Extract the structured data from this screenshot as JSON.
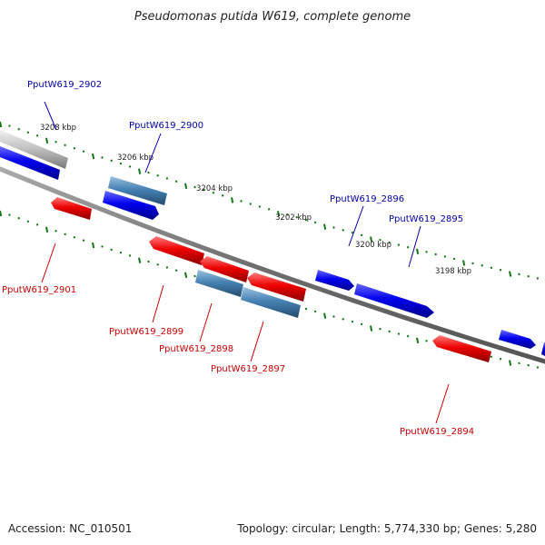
{
  "title": "Pseudomonas putida W619, complete genome",
  "footer": {
    "accession": "Accession: NC_010501",
    "summary": "Topology: circular; Length: 5,774,330 bp; Genes: 5,280"
  },
  "colors": {
    "forward_gene": "#0000ee",
    "reverse_gene": "#ee0000",
    "forward_highlight": "#4682b4",
    "gray_gene": "#b4b4b4",
    "tick": "#117711",
    "backbone": "#777777",
    "label_forward": "#0000aa",
    "label_reverse": "#cc0000"
  },
  "kbp_labels": [
    "3208 kbp",
    "3206 kbp",
    "3204 kbp",
    "3202 kbp",
    "3200 kbp",
    "3198 kbp"
  ],
  "gene_labels": {
    "forward": [
      "PputW619_2902",
      "PputW619_2900",
      "PputW619_2896",
      "PputW619_2895"
    ],
    "reverse": [
      "PputW619_2901",
      "PputW619_2899",
      "PputW619_2898",
      "PputW619_2897",
      "PputW619_2894"
    ]
  }
}
